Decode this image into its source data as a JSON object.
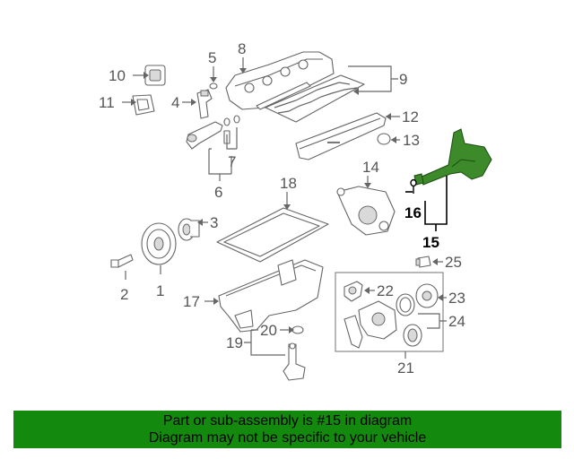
{
  "callouts": {
    "n1": "1",
    "n2": "2",
    "n3": "3",
    "n4": "4",
    "n5": "5",
    "n6": "6",
    "n7": "7",
    "n8": "8",
    "n9": "9",
    "n10": "10",
    "n11": "11",
    "n12": "12",
    "n13": "13",
    "n14": "14",
    "n15": "15",
    "n16": "16",
    "n17": "17",
    "n18": "18",
    "n19": "19",
    "n20": "20",
    "n21": "21",
    "n22": "22",
    "n23": "23",
    "n24": "24",
    "n25": "25"
  },
  "highlighted_part": "15",
  "colors": {
    "highlight": "#3d8a2a",
    "banner": "#138a0e"
  },
  "banner": {
    "line1": "Part or sub-assembly is #15 in diagram",
    "line2": "Diagram may not be specific to your vehicle"
  }
}
